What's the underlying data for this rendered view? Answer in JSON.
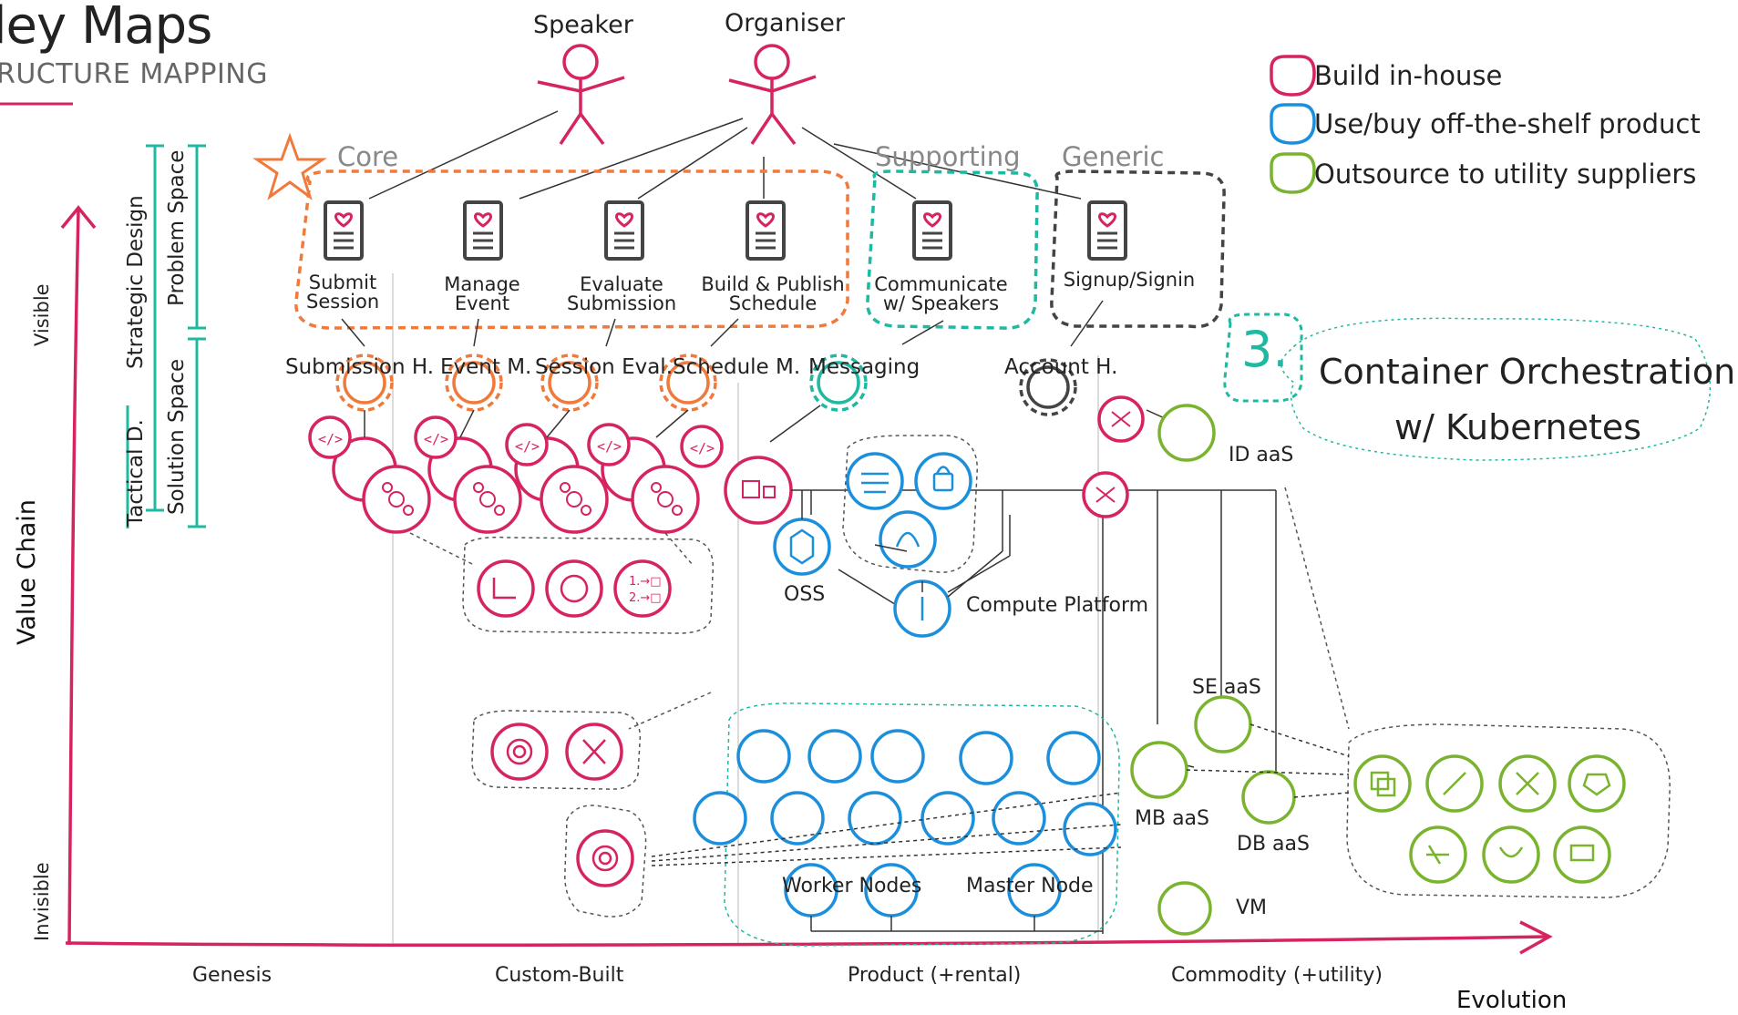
{
  "header": {
    "title": "ley Maps",
    "subtitle": "RUCTURE MAPPING"
  },
  "personas": [
    "Speaker",
    "Organiser"
  ],
  "zones": {
    "core": "Core",
    "supporting": "Supporting",
    "generic": "Generic"
  },
  "capabilities": [
    "Submit Session",
    "Manage Event",
    "Evaluate Submission",
    "Build & Publish Schedule",
    "Communicate w/ Speakers",
    "Signup/Signin"
  ],
  "modules": [
    "Submission H.",
    "Event M.",
    "Session Eval.",
    "Schedule M.",
    "Messaging",
    "Account H."
  ],
  "components": {
    "oss": "OSS",
    "compute": "Compute Platform",
    "idaas": "ID aaS",
    "seaas": "SE aaS",
    "mbaas": "MB aaS",
    "dbaas": "DB aaS",
    "vm": "VM",
    "worker": "Worker Nodes",
    "master": "Master Node"
  },
  "legend": [
    {
      "label": "Build in-house",
      "color": "#d6245e"
    },
    {
      "label": "Use/buy off-the-shelf product",
      "color": "#1b8fdc"
    },
    {
      "label": "Outsource to utility suppliers",
      "color": "#7ab32e"
    }
  ],
  "callout": {
    "number": "3.",
    "line1": "Container Orchestration",
    "line2": "w/ Kubernetes"
  },
  "side": {
    "strategic": "Strategic Design",
    "tactical": "Tactical D.",
    "problem": "Problem Space",
    "solution": "Solution Space"
  },
  "axes": {
    "y_label": "Value Chain",
    "y_top": "Visible",
    "y_bottom": "Invisible",
    "x_label": "Evolution",
    "stages": [
      "Genesis",
      "Custom-Built",
      "Product (+rental)",
      "Commodity (+utility)"
    ]
  },
  "colors": {
    "inhouse": "#d6245e",
    "product": "#1b8fdc",
    "utility": "#7ab32e",
    "core": "#f07a3c",
    "supporting": "#1fb8a0",
    "generic": "#444444"
  }
}
